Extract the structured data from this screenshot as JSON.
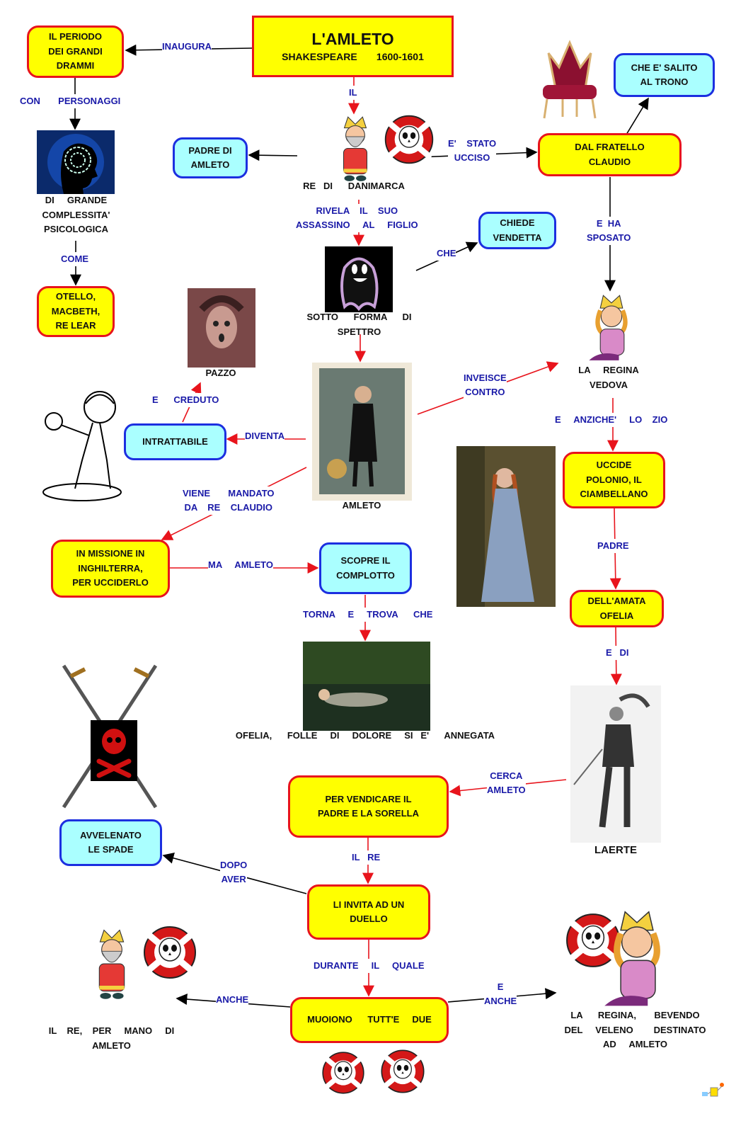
{
  "nodes": {
    "title": "L'AMLETO",
    "subtitle": "SHAKESPEARE       1600-1601",
    "periodo": "IL    PERIODO\nDEI    GRANDI\nDRAMMI",
    "padre": "PADRE    DI\nAMLETO",
    "fratello": "DAL      FRATELLO\nCLAUDIO",
    "trono": "CHE   E'    SALITO\nAL    TRONO",
    "vendetta": "CHIEDE\nVENDETTA",
    "otello": "OTELLO,\nMACBETH,\nRE    LEAR",
    "intrattabile": "INTRATTABILE",
    "polonio": "UCCIDE\nPOLONIO,    IL\nCIAMBELLANO",
    "ofelia_box": "DELL'AMATA\nOFELIA",
    "missione": "IN    MISSIONE    IN\nINGHILTERRA,\nPER     UCCIDERLO",
    "complotto": "SCOPRE    IL\nCOMPLOTTO",
    "vendicare": "PER     VENDICARE     IL\nPADRE    E  LA     SORELLA",
    "avvelenato": "AVVELENATO\nLE    SPADE",
    "duello": "LI    INVITA    AD   UN\nDUELLO",
    "muoiono": "MUOIONO      TUTT'E     DUE"
  },
  "texts": {
    "re_danimarca": "RE   DI      DANIMARCA",
    "complessita": "DI     GRANDE\nCOMPLESSITA'\nPSICOLOGICA",
    "spettro": "SOTTO      FORMA      DI\nSPETTRO",
    "pazzo": "PAZZO",
    "regina_vedova": "LA     REGINA\nVEDOVA",
    "amleto": "AMLETO",
    "ofelia_annegata": "OFELIA,      FOLLE     DI     DOLORE     SI   E'      ANNEGATA",
    "laerte": "LAERTE",
    "re_mano": "IL    RE,    PER     MANO     DI\nAMLETO",
    "regina_veleno": "LA      REGINA,       BEVENDO\nDEL     VELENO        DESTINATO\nAD     AMLETO"
  },
  "links": {
    "inaugura": "INAUGURA",
    "il": "IL",
    "con_personaggi": "CON       PERSONAGGI",
    "stato_ucciso": "E'    STATO\nUCCISO",
    "rivela": "RIVELA    IL    SUO\nASSASSINO     AL     FIGLIO",
    "che": "CHE",
    "e_ha_sposato": "E  HA\nSPOSATO",
    "come": "COME",
    "e_creduto": "E      CREDUTO",
    "inveisce": "INVEISCE\nCONTRO",
    "diventa": "DIVENTA",
    "anziche": "E     ANZICHE'     LO    ZIO",
    "viene_mandato": "VIENE       MANDATO\nDA    RE    CLAUDIO",
    "padre": "PADRE",
    "ma_amleto": "MA     AMLETO",
    "torna": "TORNA     E     TROVA      CHE",
    "e_di": "E   DI",
    "cerca_amleto": "CERCA\nAMLETO",
    "il_re": "IL   RE",
    "dopo_aver": "DOPO\nAVER",
    "durante": "DURANTE     IL     QUALE",
    "anche": "ANCHE",
    "e_anche": "E\nANCHE"
  },
  "colors": {
    "yellow": "#ffff00",
    "red": "#e8141c",
    "cyan": "#aaffff",
    "blue": "#1c2fe0",
    "link_text": "#1a1aa8"
  }
}
